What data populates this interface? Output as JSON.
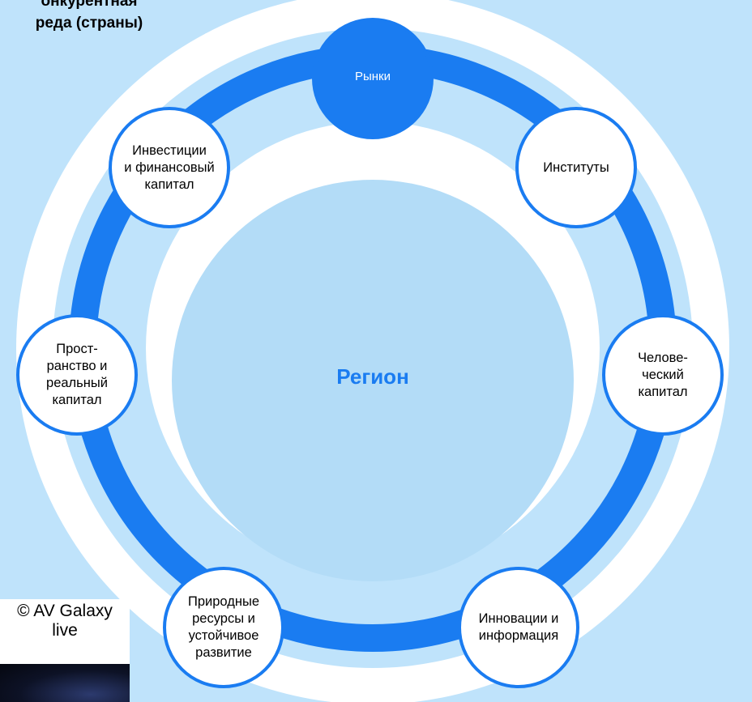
{
  "title": {
    "line1": "онкурентная",
    "line2": "реда (страны)"
  },
  "center": {
    "label": "Регион"
  },
  "nodes": {
    "markets": "Рынки",
    "institutes": "Институты",
    "human_capital": "Челове-\nческий\nкапитал",
    "innovation": "Инновации и\nинформация",
    "natural_resources": "Природные\nресурсы и\nустойчивое\nразвитие",
    "space": "Прост-\nранство и\nреальный\nкапитал",
    "investments": "Инвестиции\nи финансовый\nкапитал"
  },
  "credit": {
    "text": "© AV Galaxy\nlive"
  },
  "colors": {
    "background": "#bfe3fb",
    "inner_circle": "#b3dcf7",
    "ring": "#1a7cf1",
    "accent_text": "#1a7cf1"
  }
}
